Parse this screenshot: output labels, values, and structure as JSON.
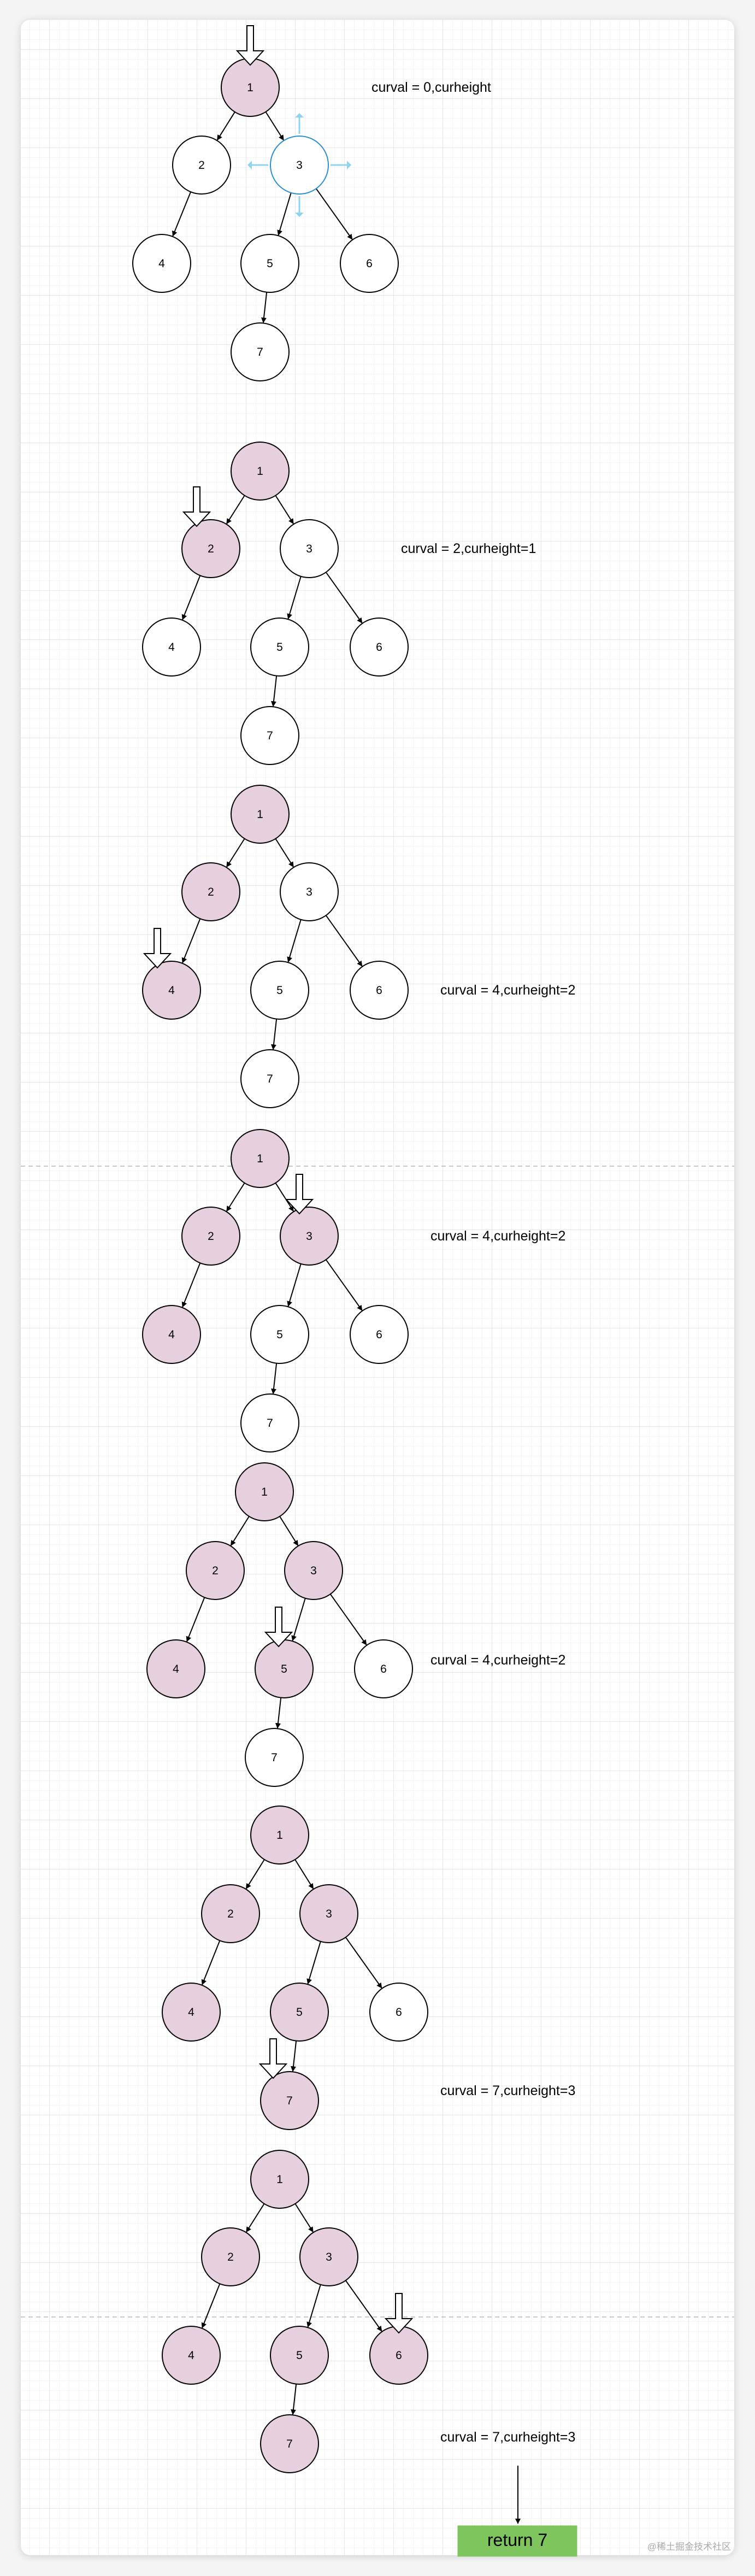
{
  "diagram": {
    "colors": {
      "visited_fill": "#e6d0de",
      "default_fill": "#ffffff",
      "node_stroke": "#000000",
      "grid_minor": "#e8e8e8",
      "grid_major": "#d2d2d2",
      "page_bg": "#ffffff",
      "result_fill": "#7dc55c",
      "selection_hint": "#8fd3ec"
    },
    "edges": [
      [
        1,
        2
      ],
      [
        1,
        3
      ],
      [
        2,
        4
      ],
      [
        3,
        5
      ],
      [
        3,
        6
      ],
      [
        5,
        7
      ]
    ],
    "steps": [
      {
        "label": "curval = 0,curheight",
        "nodes": [
          {
            "id": 1,
            "text": "1",
            "visited": true
          },
          {
            "id": 2,
            "text": "2",
            "visited": false
          },
          {
            "id": 3,
            "text": "3",
            "visited": false,
            "selected": true
          },
          {
            "id": 4,
            "text": "4",
            "visited": false
          },
          {
            "id": 5,
            "text": "5",
            "visited": false
          },
          {
            "id": 6,
            "text": "6",
            "visited": false
          },
          {
            "id": 7,
            "text": "7",
            "visited": false
          }
        ],
        "pointer_at": 1
      },
      {
        "label": "curval = 2,curheight=1",
        "nodes": [
          {
            "id": 1,
            "text": "1",
            "visited": true
          },
          {
            "id": 2,
            "text": "2",
            "visited": true
          },
          {
            "id": 3,
            "text": "3",
            "visited": false
          },
          {
            "id": 4,
            "text": "4",
            "visited": false
          },
          {
            "id": 5,
            "text": "5",
            "visited": false
          },
          {
            "id": 6,
            "text": "6",
            "visited": false
          },
          {
            "id": 7,
            "text": "7",
            "visited": false
          }
        ],
        "pointer_at": 2
      },
      {
        "label": "curval = 4,curheight=2",
        "nodes": [
          {
            "id": 1,
            "text": "1",
            "visited": true
          },
          {
            "id": 2,
            "text": "2",
            "visited": true
          },
          {
            "id": 3,
            "text": "3",
            "visited": false
          },
          {
            "id": 4,
            "text": "4",
            "visited": true
          },
          {
            "id": 5,
            "text": "5",
            "visited": false
          },
          {
            "id": 6,
            "text": "6",
            "visited": false
          },
          {
            "id": 7,
            "text": "7",
            "visited": false
          }
        ],
        "pointer_at": 4
      },
      {
        "label": "curval = 4,curheight=2",
        "nodes": [
          {
            "id": 1,
            "text": "1",
            "visited": true
          },
          {
            "id": 2,
            "text": "2",
            "visited": true
          },
          {
            "id": 3,
            "text": "3",
            "visited": true
          },
          {
            "id": 4,
            "text": "4",
            "visited": true
          },
          {
            "id": 5,
            "text": "5",
            "visited": false
          },
          {
            "id": 6,
            "text": "6",
            "visited": false
          },
          {
            "id": 7,
            "text": "7",
            "visited": false
          }
        ],
        "pointer_at": 3
      },
      {
        "label": "curval = 4,curheight=2",
        "nodes": [
          {
            "id": 1,
            "text": "1",
            "visited": true
          },
          {
            "id": 2,
            "text": "2",
            "visited": true
          },
          {
            "id": 3,
            "text": "3",
            "visited": true
          },
          {
            "id": 4,
            "text": "4",
            "visited": true
          },
          {
            "id": 5,
            "text": "5",
            "visited": true
          },
          {
            "id": 6,
            "text": "6",
            "visited": false
          },
          {
            "id": 7,
            "text": "7",
            "visited": false
          }
        ],
        "pointer_at": 5
      },
      {
        "label": "curval = 7,curheight=3",
        "nodes": [
          {
            "id": 1,
            "text": "1",
            "visited": true
          },
          {
            "id": 2,
            "text": "2",
            "visited": true
          },
          {
            "id": 3,
            "text": "3",
            "visited": true
          },
          {
            "id": 4,
            "text": "4",
            "visited": true
          },
          {
            "id": 5,
            "text": "5",
            "visited": true
          },
          {
            "id": 6,
            "text": "6",
            "visited": false
          },
          {
            "id": 7,
            "text": "7",
            "visited": true
          }
        ],
        "pointer_at": 7
      },
      {
        "label": "curval = 7,curheight=3",
        "nodes": [
          {
            "id": 1,
            "text": "1",
            "visited": true
          },
          {
            "id": 2,
            "text": "2",
            "visited": true
          },
          {
            "id": 3,
            "text": "3",
            "visited": true
          },
          {
            "id": 4,
            "text": "4",
            "visited": true
          },
          {
            "id": 5,
            "text": "5",
            "visited": true
          },
          {
            "id": 6,
            "text": "6",
            "visited": true
          },
          {
            "id": 7,
            "text": "7",
            "visited": true
          }
        ],
        "pointer_at": 6
      }
    ],
    "result": {
      "label": "return 7"
    },
    "watermark": "@稀土掘金技术社区"
  }
}
